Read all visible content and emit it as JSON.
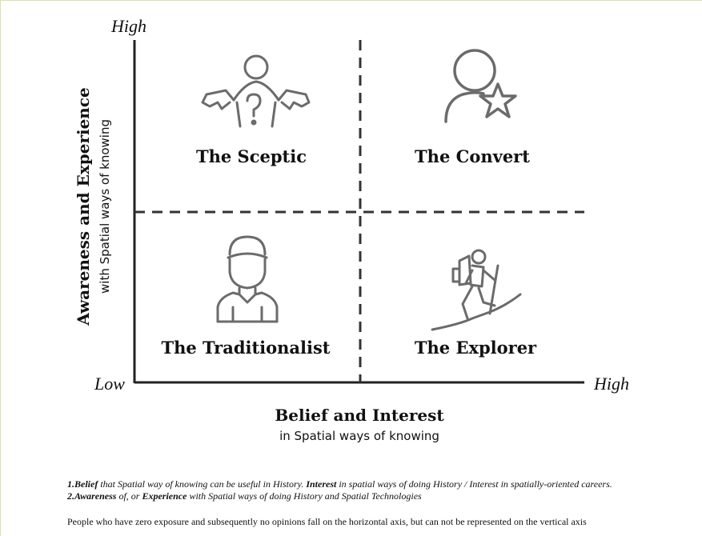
{
  "diagram": {
    "y_axis": {
      "high_label": "High",
      "low_label": "Low",
      "title": "Awareness and Experience",
      "subtitle": "with Spatial ways of knowing"
    },
    "x_axis": {
      "high_label": "High",
      "title": "Belief and Interest",
      "subtitle": "in Spatial ways of knowing"
    },
    "quadrants": {
      "top_left": {
        "label": "The Sceptic",
        "icon": "sceptic-shrug-icon"
      },
      "top_right": {
        "label": "The Convert",
        "icon": "person-star-icon"
      },
      "bottom_left": {
        "label": "The Traditionalist",
        "icon": "traditionalist-person-icon"
      },
      "bottom_right": {
        "label": "The Explorer",
        "icon": "hiker-icon"
      }
    },
    "colors": {
      "axis": "#222222",
      "icon_stroke": "#6b6b6b"
    }
  },
  "notes": {
    "note1": {
      "number": "1.",
      "term": "Belief",
      "text1": " that Spatial way of knowing can be useful in History. ",
      "term2": "Interest",
      "text2": " in spatial ways of doing History / Interest in spatially-oriented careers."
    },
    "note2": {
      "number": "2.",
      "term": "Awareness",
      "text1": " of, or ",
      "term2": "Experience",
      "text2": " with Spatial ways of doing History and Spatial Technologies"
    },
    "zero_exposure": "People who have zero exposure and subsequently no opinions fall on the horizontal axis, but can not be represented on the vertical axis"
  }
}
